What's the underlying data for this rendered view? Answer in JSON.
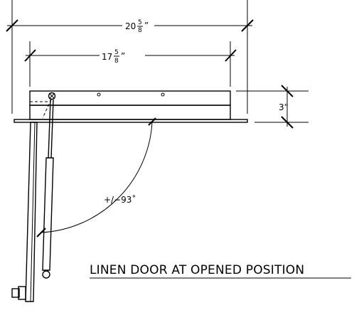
{
  "dimensions": {
    "overall_width": {
      "whole": "20",
      "num": "5",
      "den": "8",
      "unit": "”"
    },
    "inner_width": {
      "whole": "17",
      "num": "5",
      "den": "8",
      "unit": "”"
    },
    "height": "3”"
  },
  "angle_label": "+/−93˚",
  "caption": "LINEN DOOR AT OPENED POSITION"
}
